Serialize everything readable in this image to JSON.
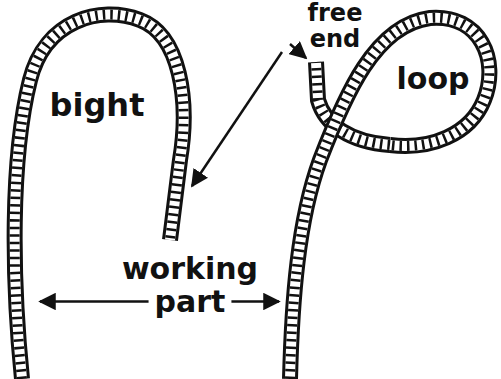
{
  "diagram": {
    "labels": [
      "bight",
      "free end",
      "loop",
      "working part"
    ]
  }
}
